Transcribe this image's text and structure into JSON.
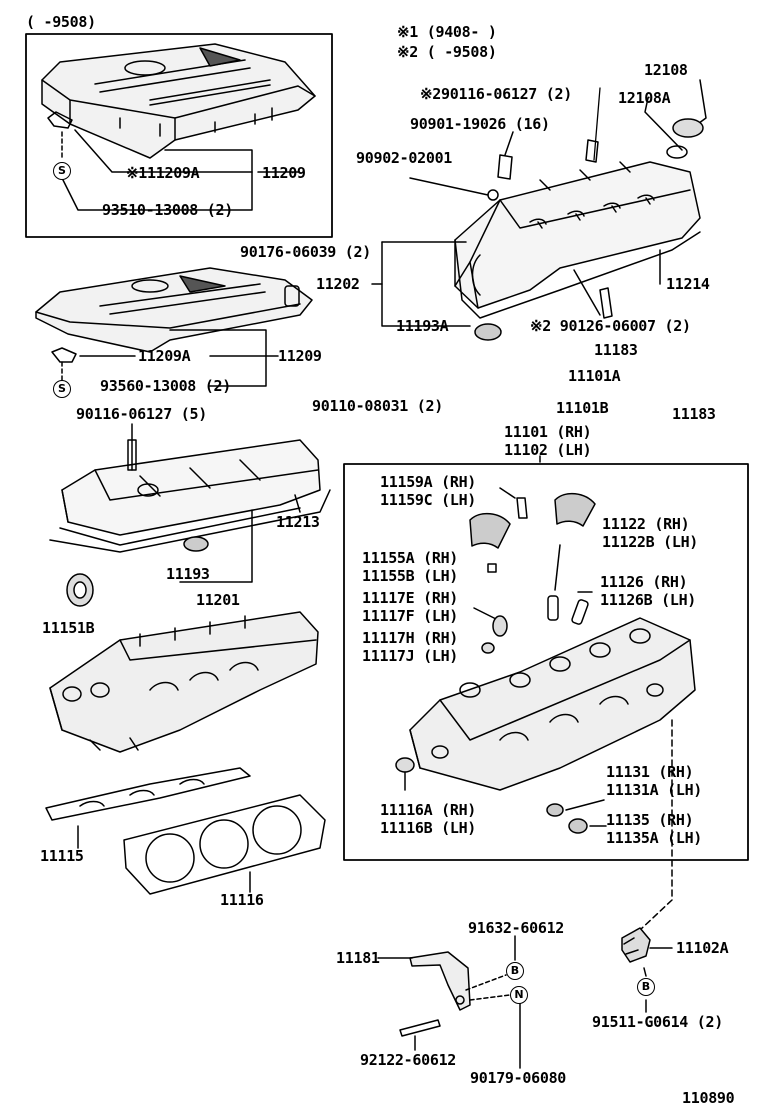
{
  "title": "",
  "notes": {
    "top_range": "( -9508)",
    "note1": "※1 (9408- )",
    "note2": "※2 ( -9508)"
  },
  "labels": {
    "p12108": "12108",
    "p12108A": "12108A",
    "p90116_06127_2": "※290116-06127 (2)",
    "p90901": "90901-19026 (16)",
    "p90902": "90902-02001",
    "p11209_top": "11209",
    "p111209A": "※111209A",
    "p93510": "93510-13008 (2)",
    "p90176": "90176-06039 (2)",
    "p11202": "11202",
    "p11214": "11214",
    "p11193A": "11193A",
    "p90126": "※2 90126-06007 (2)",
    "p11209A": "11209A",
    "p11209_mid": "11209",
    "p93560": "93560-13008 (2)",
    "p11183a": "11183",
    "p11183b": "11183",
    "p11101A": "11101A",
    "p11101B": "11101B",
    "p90110": "90110-08031 (2)",
    "p90116_5": "90116-06127 (5)",
    "p11101rh": "11101 (RH)",
    "p11102lh": "11102 (LH)",
    "p11213": "11213",
    "p11193": "11193",
    "p11201": "11201",
    "p11151B": "11151B",
    "p11115": "11115",
    "p11116": "11116",
    "p11159A": "11159A (RH)",
    "p11159C": "11159C (LH)",
    "p11122": "11122  (RH)",
    "p11122B": "11122B (LH)",
    "p11155A": "11155A (RH)",
    "p11155B": "11155B (LH)",
    "p11126": "11126  (RH)",
    "p11126B": "11126B (LH)",
    "p11117E": "11117E (RH)",
    "p11117F": "11117F (LH)",
    "p11117H": "11117H (RH)",
    "p11117J": "11117J (LH)",
    "p11131": "11131  (RH)",
    "p11131A": "11131A (LH)",
    "p11135": "11135  (RH)",
    "p11135A": "11135A (LH)",
    "p11116A": "11116A (RH)",
    "p11116B": "11116B (LH)",
    "p91632": "91632-60612",
    "p11181": "11181",
    "p11102A": "11102A",
    "p91511": "91511-G0614 (2)",
    "p92122": "92122-60612",
    "p90179": "90179-06080",
    "diagram_no": "110890"
  },
  "markers": {
    "s": "S",
    "b": "B",
    "n": "N"
  }
}
